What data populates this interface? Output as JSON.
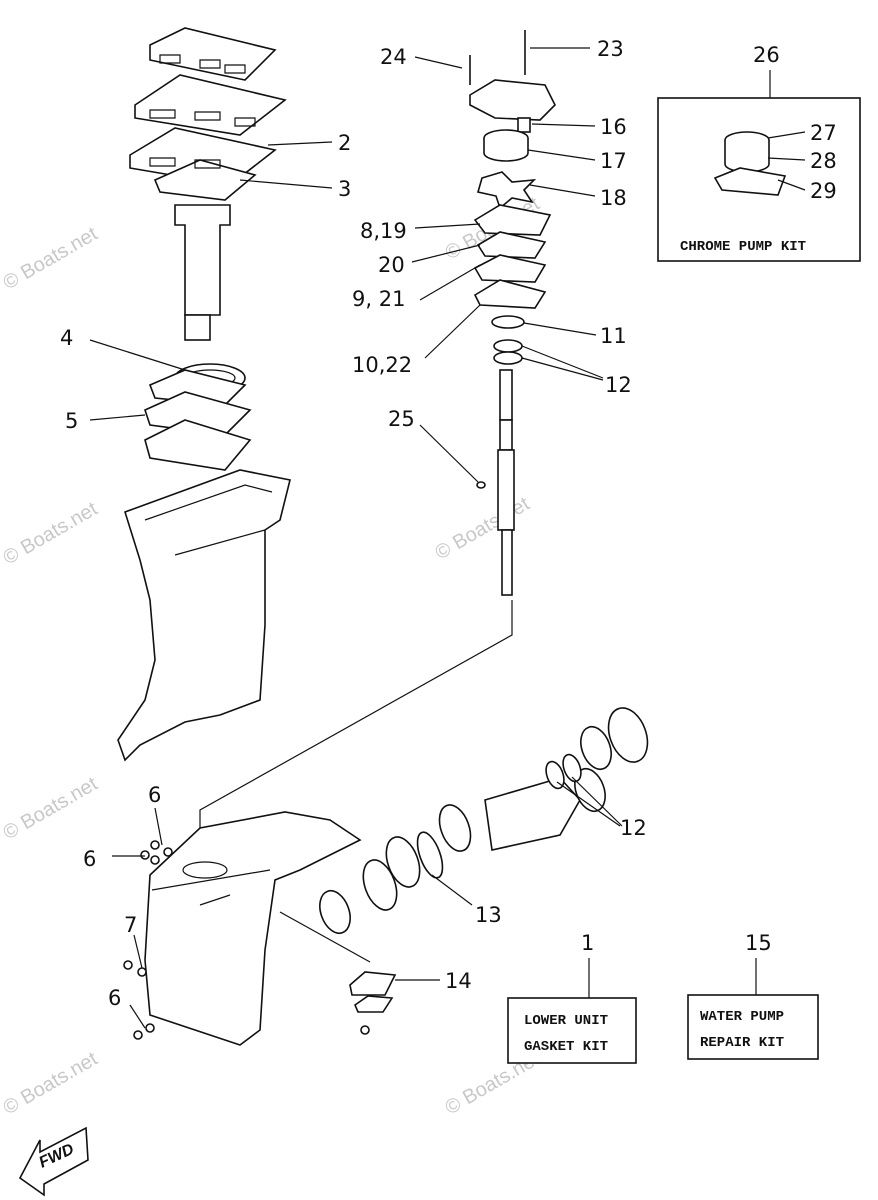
{
  "watermarks": [
    "© Boats.net",
    "© Boats.net",
    "© Boats.net",
    "© Boats.net",
    "© Boats.net",
    "© Boats.net",
    "© Boats.net"
  ],
  "callouts": {
    "c2": "2",
    "c3": "3",
    "c4": "4",
    "c5": "5",
    "c6a": "6",
    "c6b": "6",
    "c6c": "6",
    "c7": "7",
    "c8_19": "8,19",
    "c20": "20",
    "c9_21": "9, 21",
    "c10_22": "10,22",
    "c11": "11",
    "c12a": "12",
    "c12b": "12",
    "c13": "13",
    "c14": "14",
    "c16": "16",
    "c17": "17",
    "c18": "18",
    "c23": "23",
    "c24": "24",
    "c25": "25",
    "c26": "26",
    "c27": "27",
    "c28": "28",
    "c29": "29",
    "c1": "1",
    "c15": "15"
  },
  "kits": {
    "chrome_pump": "CHROME PUMP KIT",
    "lower_unit": [
      "LOWER UNIT",
      "GASKET KIT"
    ],
    "water_pump": [
      "WATER PUMP",
      "REPAIR KIT"
    ]
  },
  "direction_tag": "FWD"
}
